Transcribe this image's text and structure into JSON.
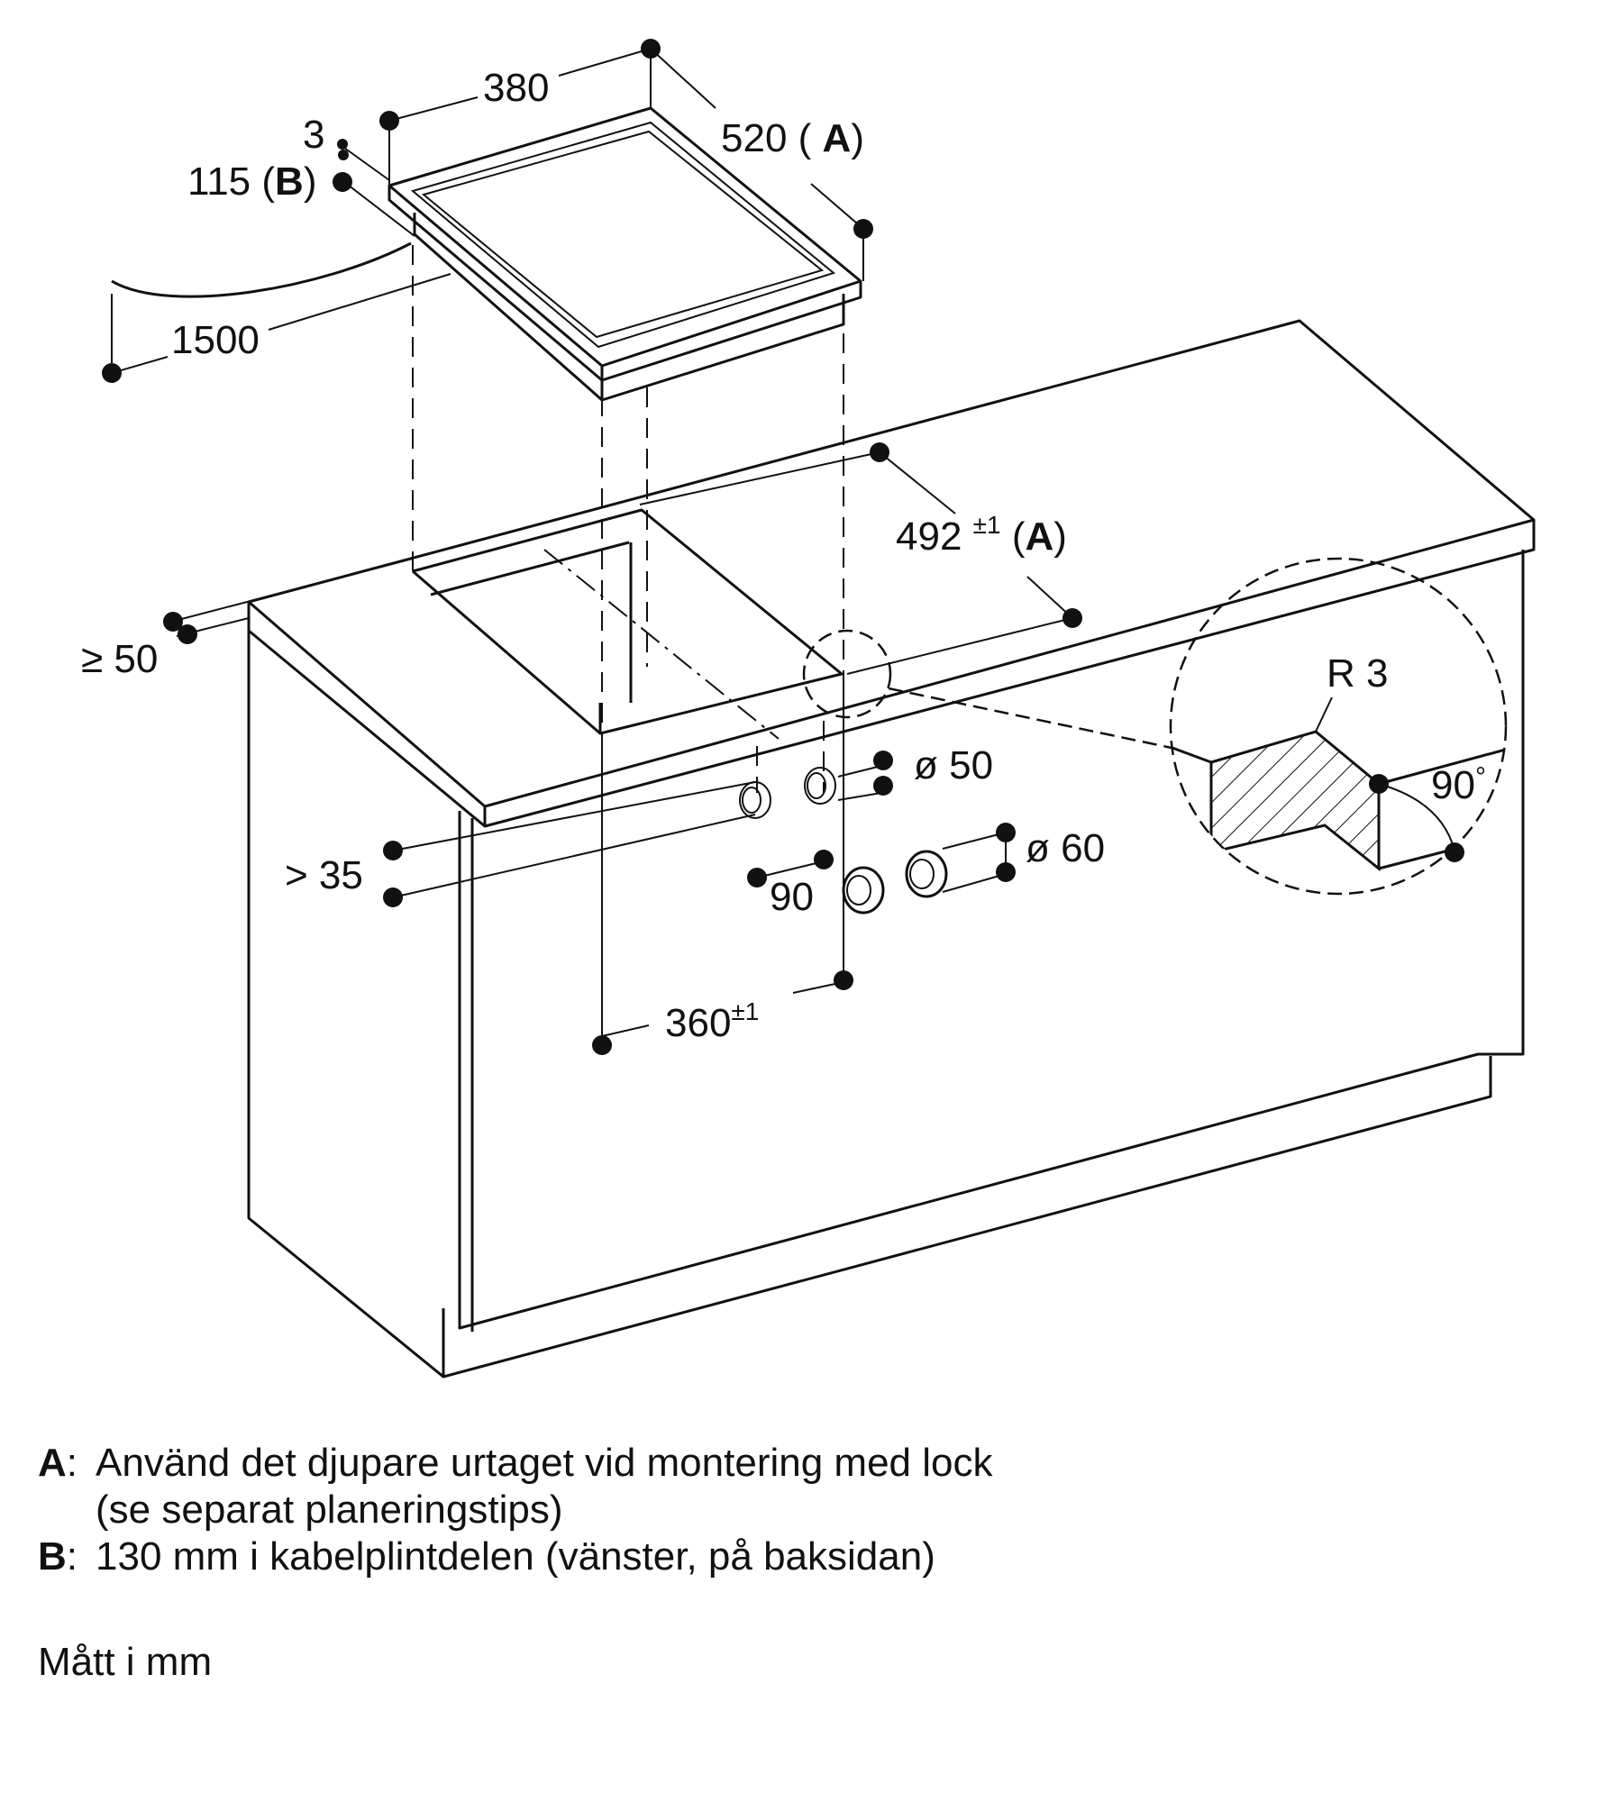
{
  "dimensions": {
    "width_380": "380",
    "gap_3": "3",
    "height_115": "115",
    "height_115_ref": "B",
    "depth_520": "520",
    "depth_520_ref": "A",
    "cable_1500": "1500",
    "cutout_492": "492",
    "cutout_492_tol": "±1",
    "cutout_492_ref": "A",
    "min_50": "≥ 50",
    "min_35": "> 35",
    "hole_50": "ø 50",
    "hole_60": "ø 60",
    "spacing_90": "90",
    "cutout_360": "360",
    "cutout_360_tol": "±1",
    "radius": "R 3",
    "angle_90": "90",
    "degree": "°"
  },
  "notes": [
    {
      "key": "A",
      "text": "Använd det djupare urtaget vid montering med lock"
    },
    {
      "key": "",
      "text": "(se separat planeringstips)"
    },
    {
      "key": "B",
      "text": "130 mm i kabelplintdelen (vänster, på baksidan)"
    }
  ],
  "units_note": "Mått i mm"
}
